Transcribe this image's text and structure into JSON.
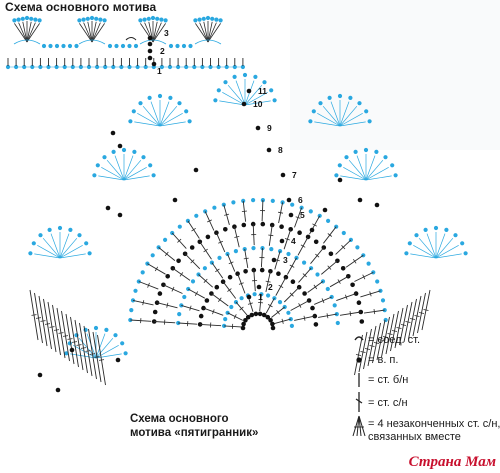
{
  "title_top": "Схема основного мотива",
  "caption": {
    "line1": "Схема основного",
    "line2": "мотива «пятигранник»"
  },
  "legend": [
    {
      "symbol": "slip-stitch-icon",
      "label": "= соед. ст."
    },
    {
      "symbol": "chain-dot-icon",
      "label": "= в. п."
    },
    {
      "symbol": "single-crochet-icon",
      "label": "= ст. б/н"
    },
    {
      "symbol": "double-crochet-icon",
      "label": "= ст. с/н"
    },
    {
      "symbol": "cluster-4-icon",
      "label": "= 4 незаконченных ст. с/н, связанных вместе"
    }
  ],
  "row_numbers_top": [
    "1",
    "2",
    "3"
  ],
  "row_numbers_main": [
    "1",
    "2",
    "3",
    "4",
    "5",
    "6",
    "7",
    "8",
    "9",
    "10",
    "11"
  ],
  "watermark": "Страна Мам",
  "colors": {
    "blue_dots": "#2aa8e0",
    "black_dots": "#111111",
    "stitch_lines": "#2a2a2a",
    "fan_lines": "#2aa8e0",
    "watermark": "#c8102e"
  }
}
